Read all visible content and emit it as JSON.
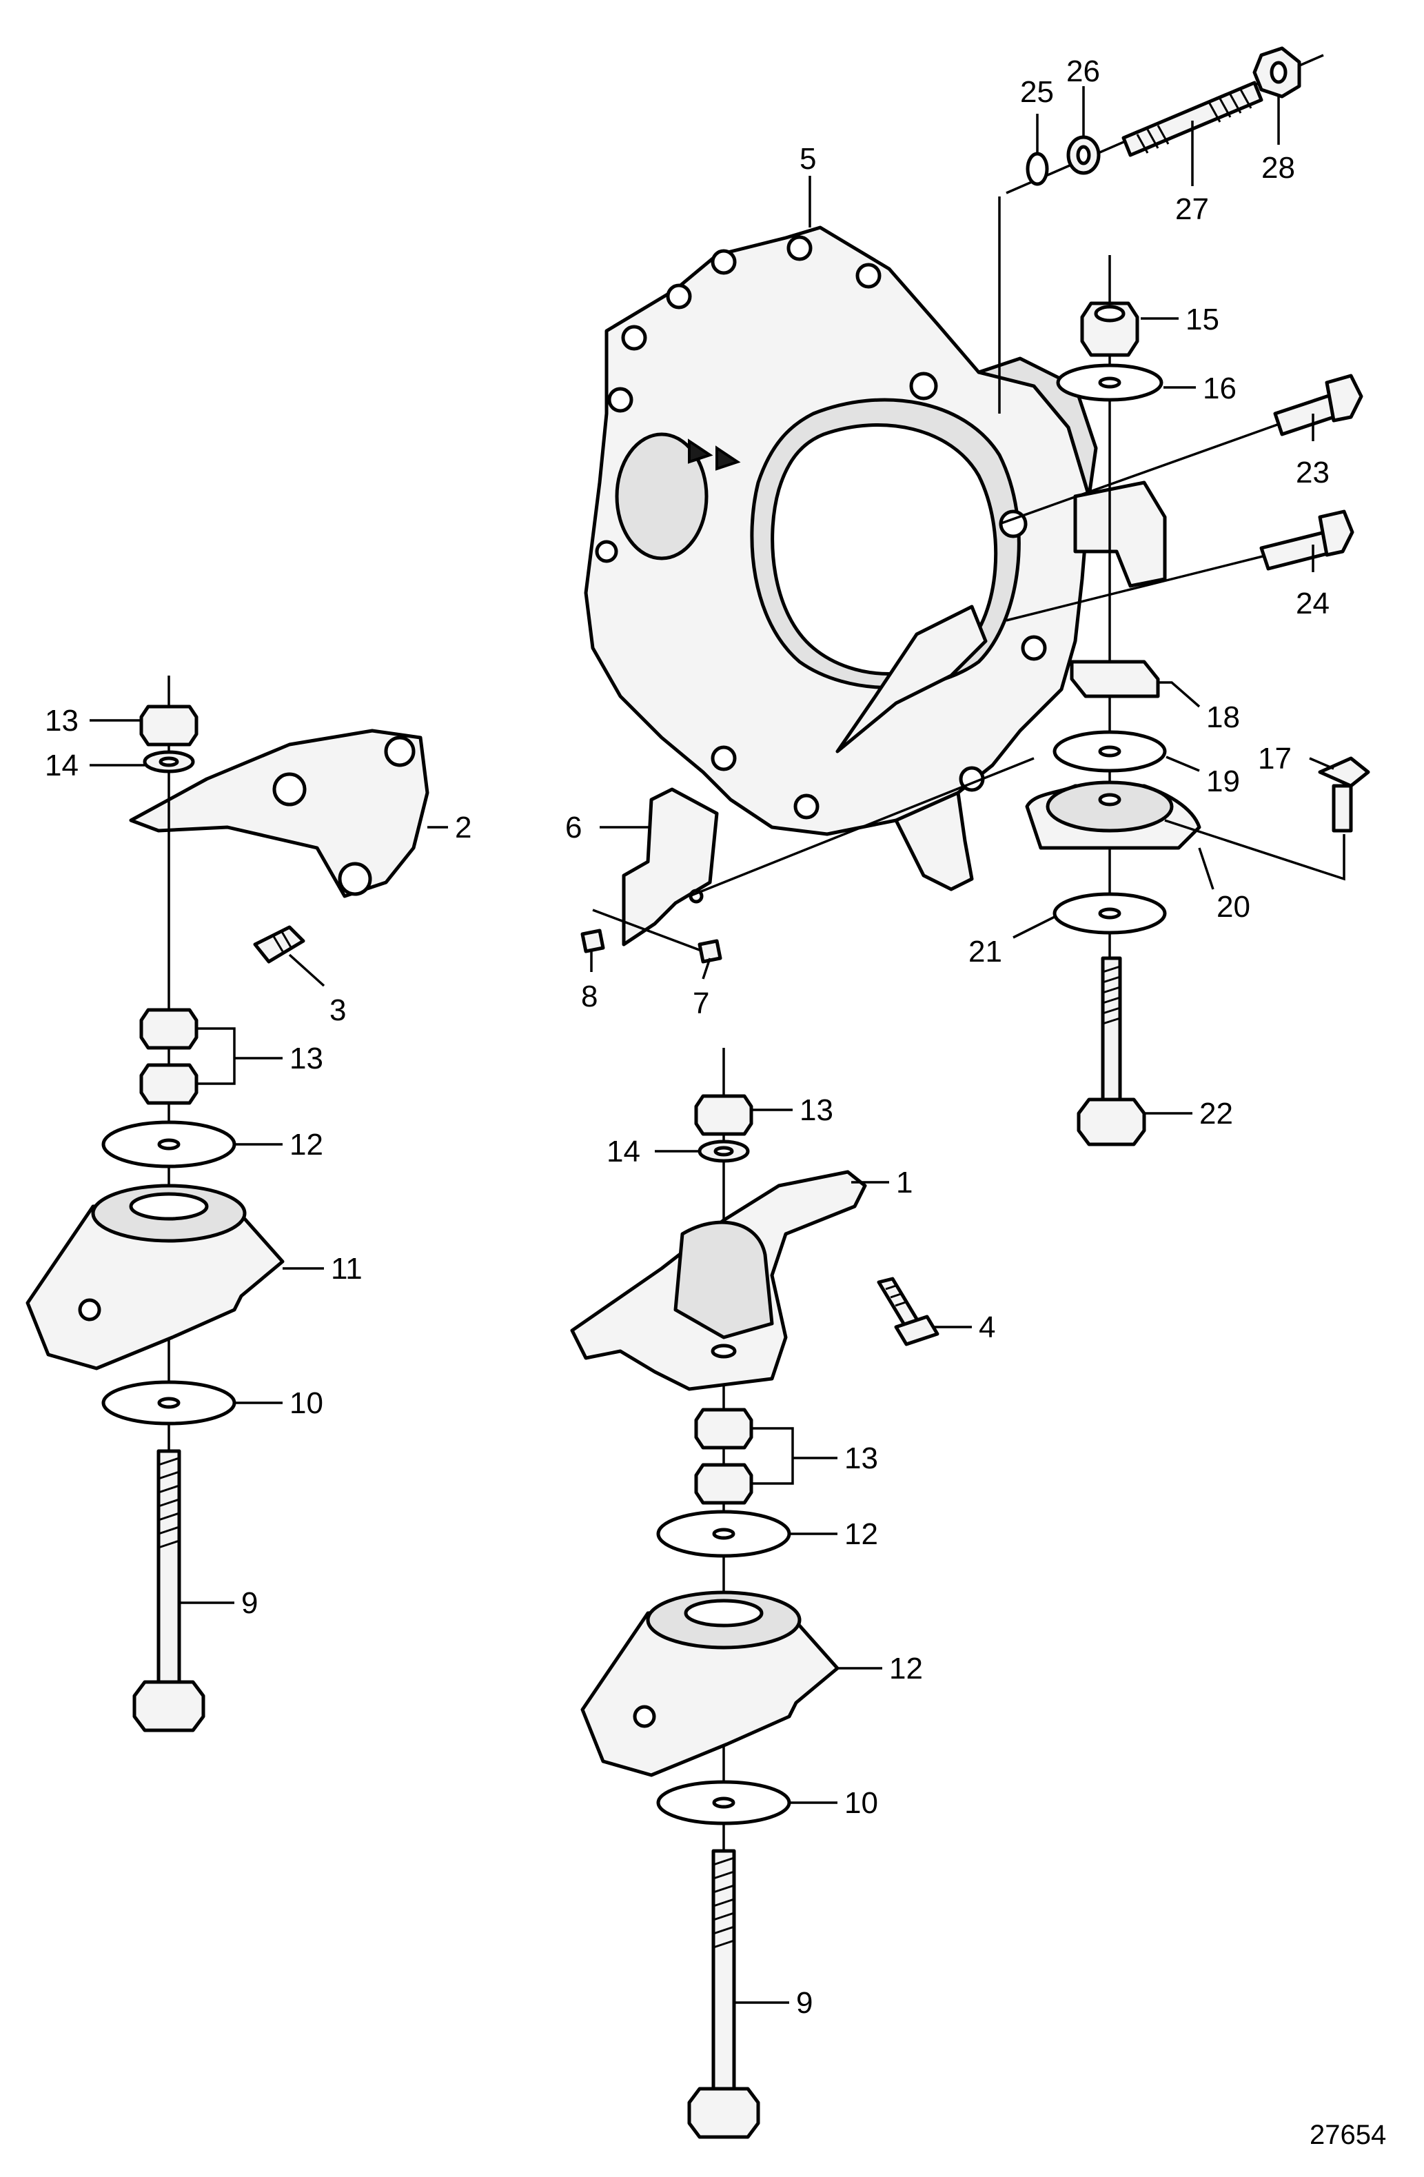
{
  "figure_number": "27654",
  "callouts": {
    "c1": "1",
    "c2": "2",
    "c3": "3",
    "c4": "4",
    "c5": "5",
    "c6": "6",
    "c7": "7",
    "c8": "8",
    "c9a": "9",
    "c9b": "9",
    "c10a": "10",
    "c10b": "10",
    "c11": "11",
    "c12a": "12",
    "c12b": "12",
    "c12c": "12",
    "c13a": "13",
    "c13b": "13",
    "c13c": "13",
    "c13d": "13",
    "c14a": "14",
    "c14b": "14",
    "c15": "15",
    "c16": "16",
    "c17": "17",
    "c18": "18",
    "c19": "19",
    "c20": "20",
    "c21": "21",
    "c22": "22",
    "c23": "23",
    "c24": "24",
    "c25": "25",
    "c26": "26",
    "c27": "27",
    "c28": "28"
  }
}
